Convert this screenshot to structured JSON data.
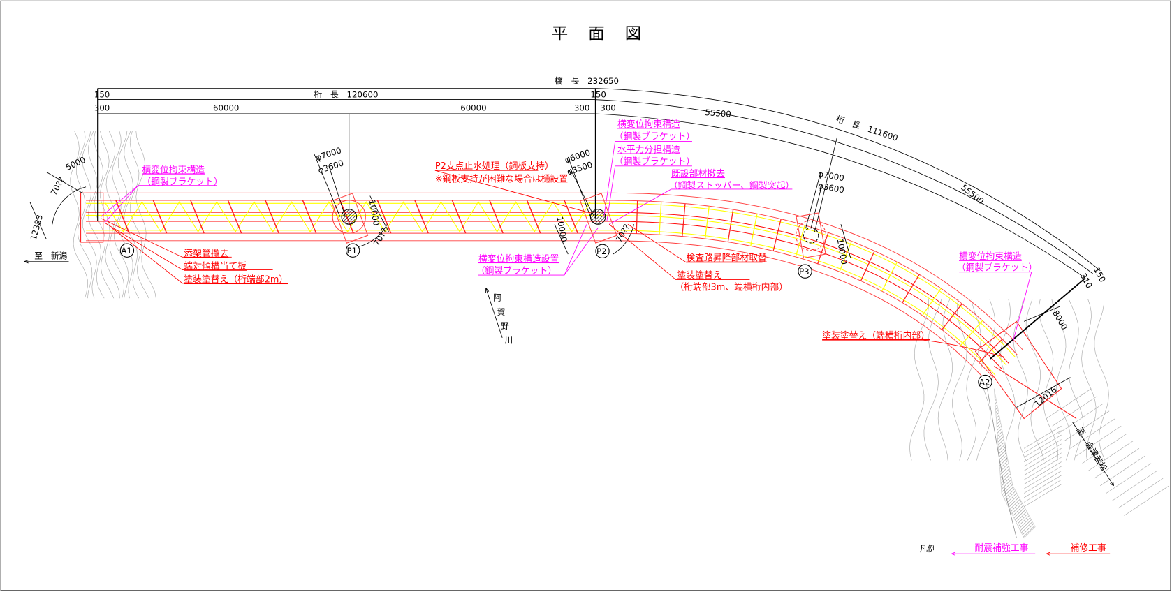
{
  "title": "平 面 図",
  "dimensions": {
    "bridge_length": "橋　長　232650",
    "girder_length_1": "桁　長　120600",
    "girder_length_2": "桁　長　111600",
    "a1_150": "150",
    "a1_300": "300",
    "span_1": "60000",
    "span_2": "60000",
    "p2_150": "150",
    "p2_300_left": "300",
    "p2_300_right": "300",
    "span_3": "55500",
    "span_4": "55500",
    "a2_150": "150",
    "a2_300": "310",
    "a1_width": "5000",
    "a1_angle": "70??",
    "a1_deck": "12383",
    "p1_dia_outer": "φ7000",
    "p1_dia_inner": "φ3600",
    "p1_len": "10000",
    "p1_angle": "70??",
    "p2_dia_outer": "φ6000",
    "p2_dia_inner": "φ3500",
    "p2_len": "10000",
    "p2_angle": "70??",
    "p3_dia_outer": "φ7000",
    "p3_dia_inner": "φ3600",
    "p3_len": "10000",
    "a2_width": "8000",
    "a2_deck": "12016"
  },
  "supports": [
    "A1",
    "P1",
    "P2",
    "P3",
    "A2"
  ],
  "annotations": {
    "a1_bracket": [
      "横変位拘束構造",
      "（鋼製ブラケット）"
    ],
    "a1_repairs": [
      "添架管撤去",
      "端対傾構当て板",
      "塗装塗替え（桁端部2m）"
    ],
    "p2_waterproof": [
      "P2支点止水処理（鋼板支持）",
      "※鋼板支持が困難な場合は樋設置"
    ],
    "p2_bracket": [
      "横変位拘束構造",
      "（鋼製ブラケット）"
    ],
    "p2_horizontal": [
      "水平力分担構造",
      "（鋼製ブラケット）"
    ],
    "p2_removal": [
      "既設部材撤去",
      "（鋼製ストッパー、鋼製突起）"
    ],
    "p2_bracket_install": [
      "横変位拘束構造設置",
      "（鋼製ブラケット）"
    ],
    "p2_inspection": "検査路昇降部材取替",
    "p2_paint": [
      "塗装塗替え",
      "（桁端部3m、端横桁内部）"
    ],
    "a2_bracket": [
      "横変位拘束構造",
      "（鋼製ブラケット）"
    ],
    "a2_paint": "塗装塗替え（端横桁内部）"
  },
  "directions": {
    "to_niigata": "至　新潟",
    "river": [
      "阿",
      "賀",
      "野",
      "川"
    ],
    "to_aizu": "至　会津若松"
  },
  "legend": {
    "label": "凡例",
    "seismic": "耐震補強工事",
    "repair": "補修工事"
  },
  "colors": {
    "seismic": "#ff00ff",
    "repair": "#ff0000",
    "truss": "#ffff00"
  }
}
